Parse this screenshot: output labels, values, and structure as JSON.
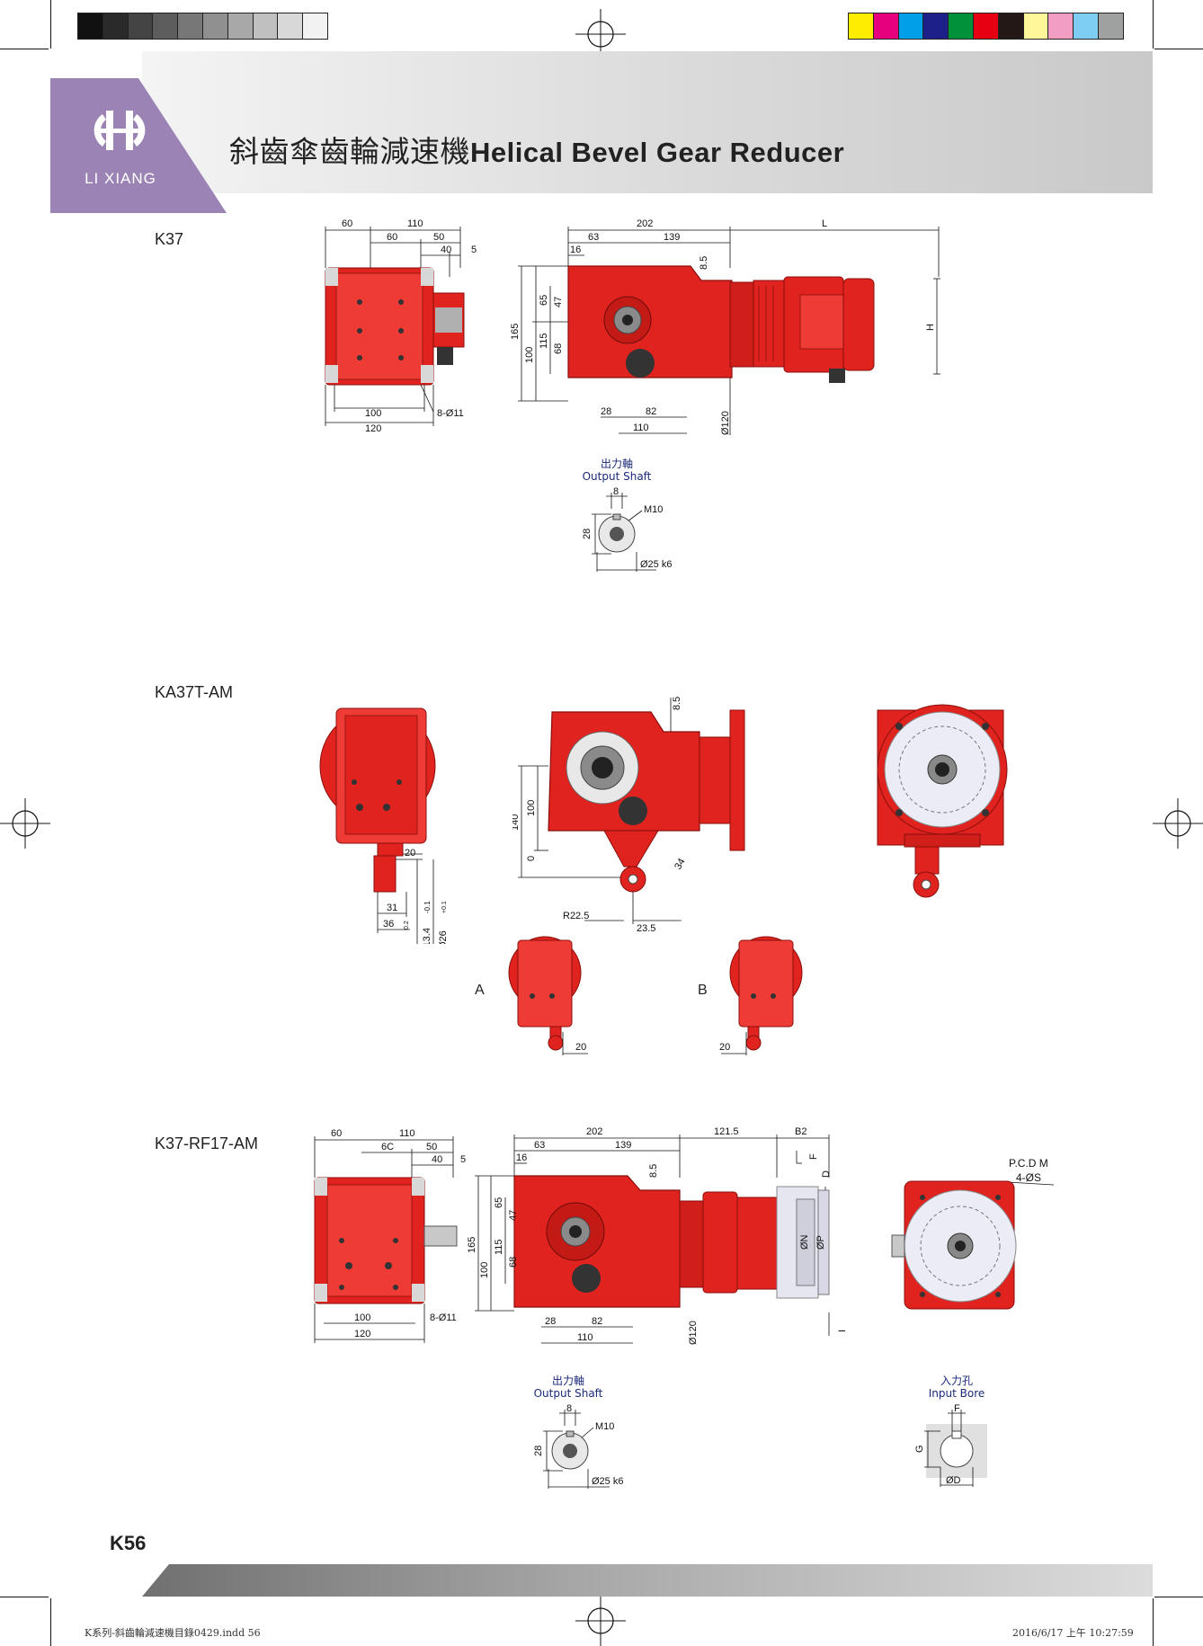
{
  "header": {
    "logo_text": "LI XIANG",
    "title_zh": "斜齒傘齒輪減速機",
    "title_en": "Helical Bevel Gear Reducer",
    "brand_color": "#9b84b5",
    "accent_red": "#e0231f"
  },
  "color_bar": {
    "gray_swatches": [
      "#111111",
      "#2a2a2a",
      "#444444",
      "#5d5d5d",
      "#777777",
      "#909090",
      "#a8a8a8",
      "#c0c0c0",
      "#d8d8d8",
      "#f2f2f2"
    ],
    "color_swatches": [
      "#ffed00",
      "#e6007e",
      "#00a0e9",
      "#1d2088",
      "#00913a",
      "#e60012",
      "#231815",
      "#fff799",
      "#f19ec2",
      "#7ecef4",
      "#9fa0a0"
    ]
  },
  "k37": {
    "model": "K37",
    "side_dims": {
      "d60": "60",
      "d110": "110",
      "d60b": "60",
      "d50": "50",
      "d40": "40",
      "d5": "5",
      "d100": "100",
      "d120": "120",
      "holes": "8-Ø11"
    },
    "front_dims": {
      "d202": "202",
      "dL": "L",
      "d63": "63",
      "d139": "139",
      "d16": "16",
      "d8_5": "8.5",
      "d65": "65",
      "d47": "47",
      "d165": "165",
      "d115": "115",
      "d68": "68",
      "d100": "100",
      "dH": "H",
      "d28": "28",
      "d82": "82",
      "d110": "110",
      "d120": "Ø120"
    },
    "output_shaft": {
      "title_zh": "出力軸",
      "title_en": "Output Shaft",
      "key": "8",
      "thread": "M10",
      "height": "28",
      "dia": "Ø25 k6"
    }
  },
  "ka37t": {
    "model": "KA37T-AM",
    "dims": {
      "d20": "20",
      "d31": "31",
      "d36": "36",
      "tol36": "0.2",
      "d134": "Ø13.4",
      "tol134": "-0.1",
      "d26": "Ø26",
      "tol26": "+0.1",
      "d8_5": "8.5",
      "d140": "140",
      "d100": "100",
      "d0": "0",
      "r225": "R22.5",
      "d235": "23.5",
      "d34": "34"
    },
    "variant_a": "A",
    "variant_b": "B",
    "variant_dim": "20"
  },
  "k37rf17": {
    "model": "K37-RF17-AM",
    "side_dims": {
      "d60": "60",
      "d110": "110",
      "d60b": "6C",
      "d50": "50",
      "d40": "40",
      "d5": "5",
      "d100": "100",
      "d120": "120",
      "holes": "8-Ø11"
    },
    "front_dims": {
      "d202": "202",
      "d1215": "121.5",
      "dB2": "B2",
      "d63": "63",
      "d139": "139",
      "d16": "16",
      "d8_5": "8.5",
      "dF": "F",
      "dD": "D",
      "d65": "65",
      "d47": "47",
      "d165": "165",
      "d115": "115",
      "d68": "68",
      "d100": "100",
      "dN": "ØN",
      "dP": "ØP",
      "dI": "I",
      "d28": "28",
      "d82": "82",
      "d110": "110",
      "d120": "Ø120"
    },
    "flange": {
      "pcd": "P.C.D M",
      "holes": "4-ØS"
    },
    "output_shaft": {
      "title_zh": "出力軸",
      "title_en": "Output Shaft",
      "key": "8",
      "thread": "M10",
      "height": "28",
      "dia": "Ø25 k6"
    },
    "input_bore": {
      "title_zh": "入力孔",
      "title_en": "Input Bore",
      "key": "F",
      "height": "G",
      "dia": "ØD"
    }
  },
  "footer": {
    "page_number": "K56",
    "file_slug": "K系列-斜齒輪減速機目錄0429.indd   56",
    "date_slug": "2016/6/17   上午 10:27:59"
  }
}
